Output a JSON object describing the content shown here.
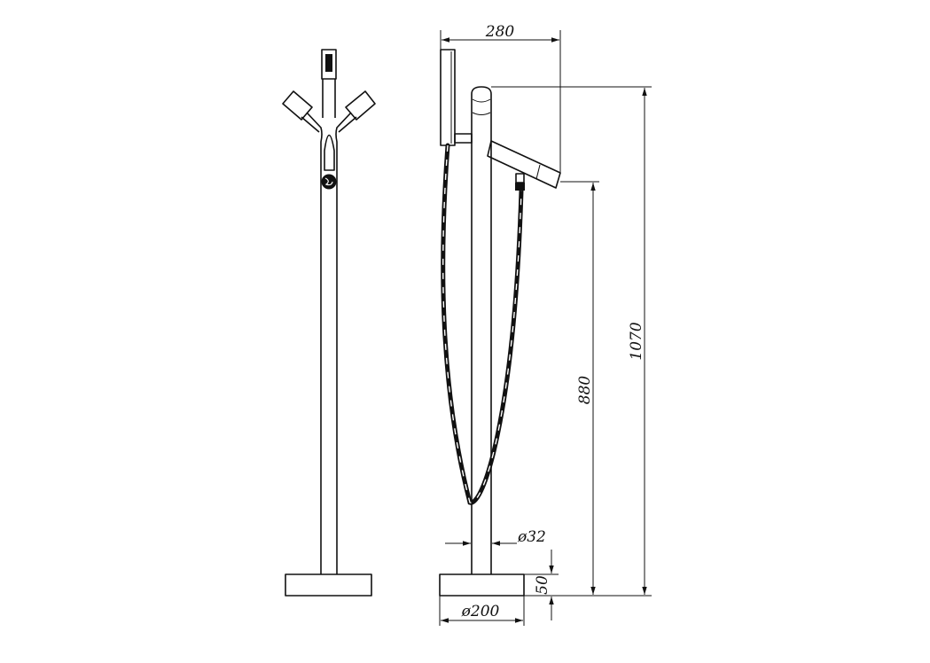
{
  "dimensions": {
    "top_width": "280",
    "total_height": "1070",
    "spout_height": "880",
    "pipe_diameter": "ø32",
    "base_height": "50",
    "base_diameter": "ø200"
  }
}
